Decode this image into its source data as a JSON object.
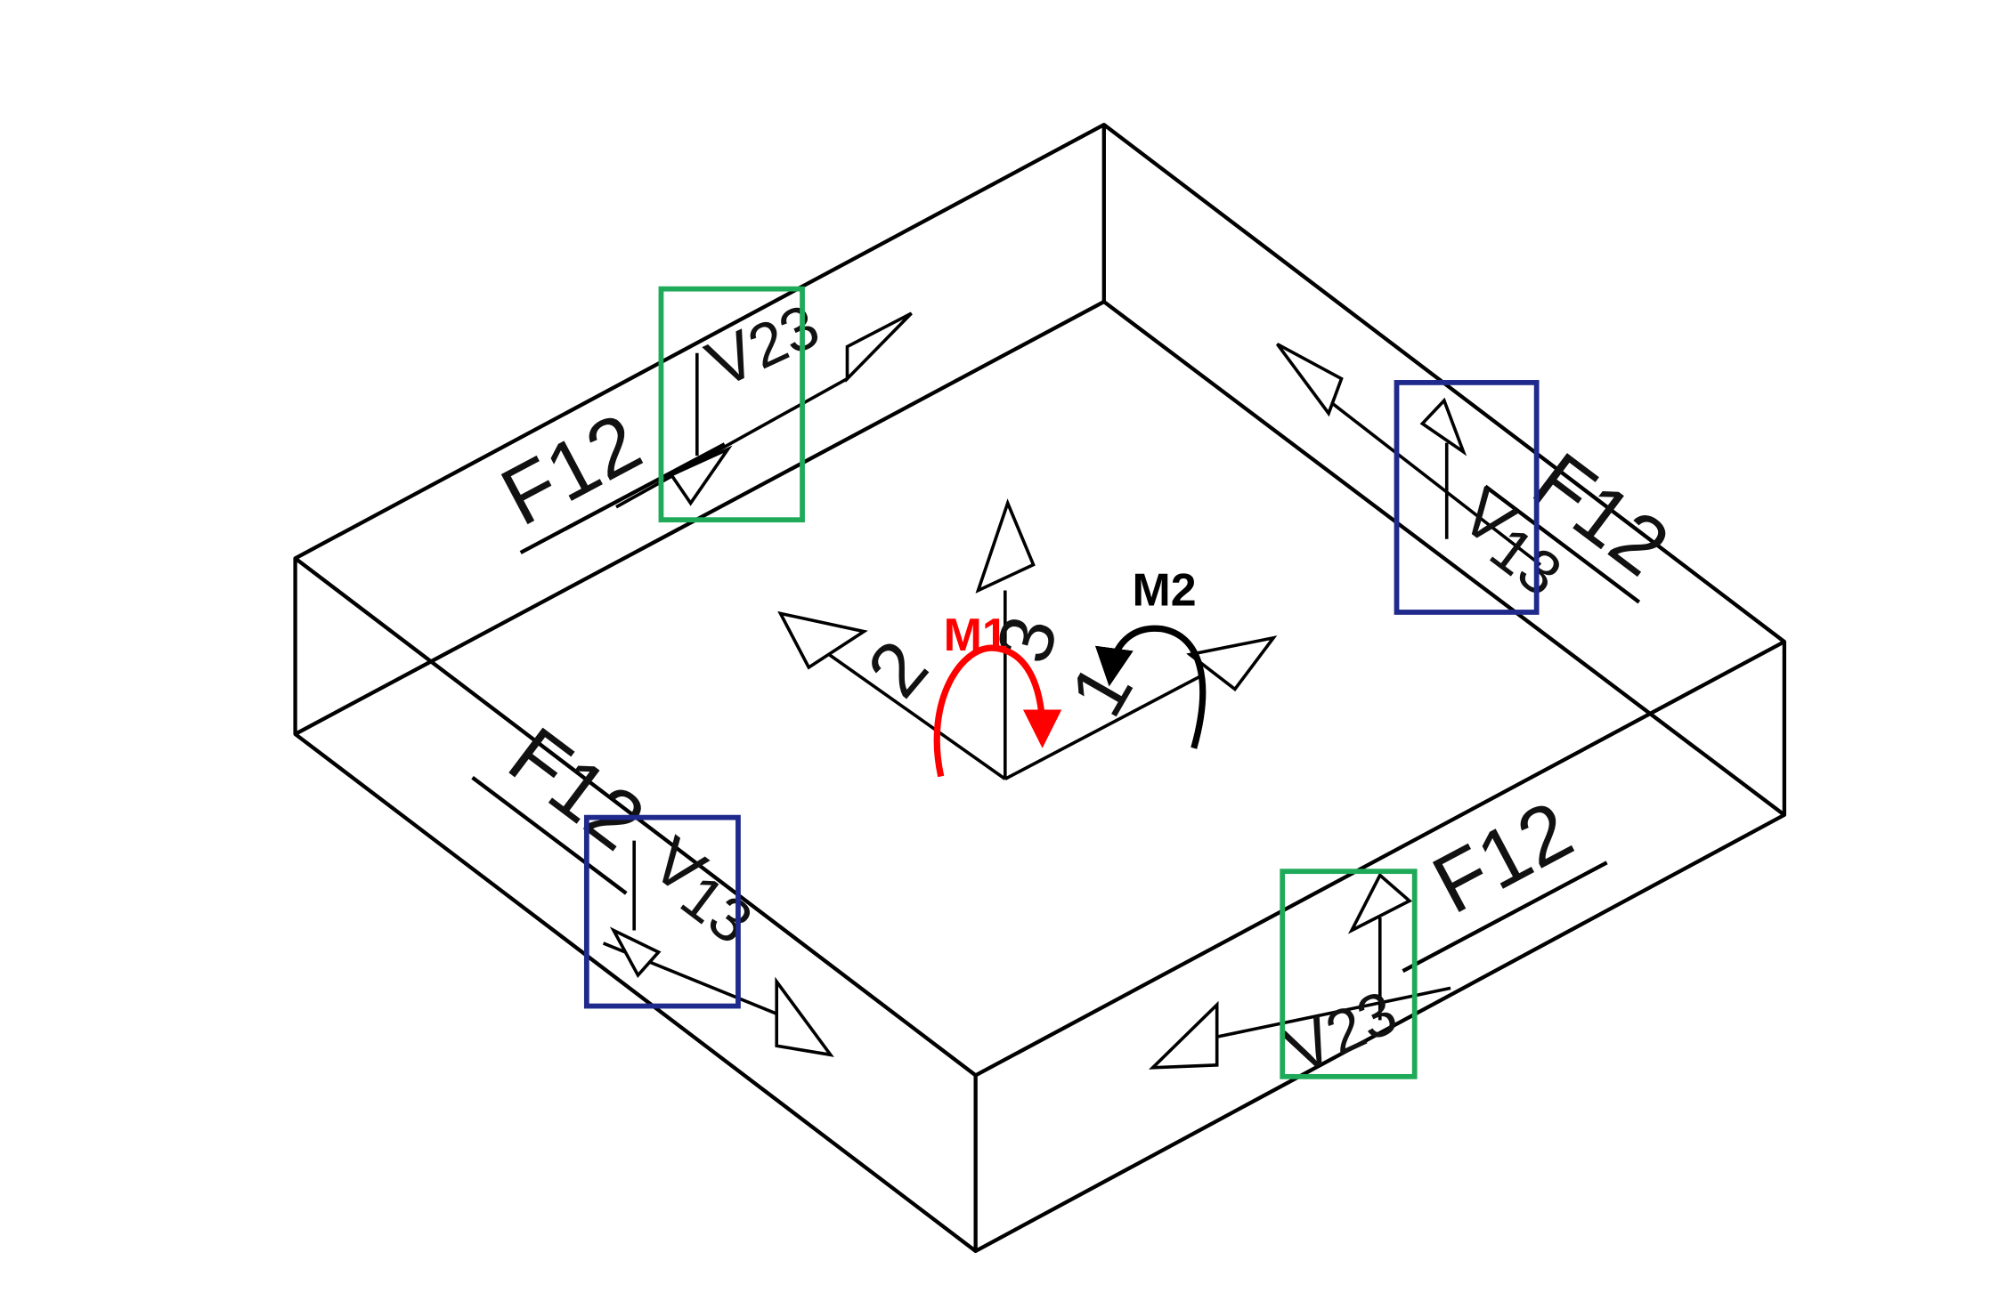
{
  "diagram": {
    "shear_labels": [
      {
        "label": "V",
        "sub": "23"
      },
      {
        "label": "V",
        "sub": "13"
      },
      {
        "label": "V",
        "sub": "13"
      },
      {
        "label": "V",
        "sub": "23"
      }
    ],
    "force_labels": [
      "F12",
      "F12",
      "F12",
      "F12"
    ],
    "axes": [
      "1",
      "2",
      "3"
    ],
    "moments": [
      {
        "label": "M1",
        "color": "#ff0000"
      },
      {
        "label": "M2",
        "color": "#000000"
      }
    ],
    "colors": {
      "edge": "#000000",
      "box_green": "#1faa59",
      "box_blue": "#1f2a8c"
    }
  }
}
